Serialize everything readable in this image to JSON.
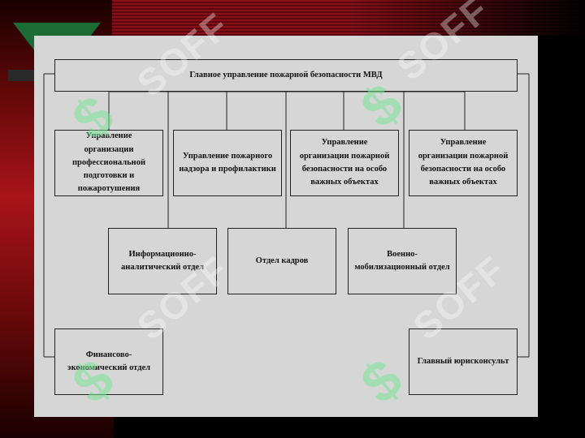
{
  "diagram": {
    "title": "Главное управление пожарной безопасности МВД",
    "row1": [
      "Управление организации профессиональной подготовки и пожаротушения",
      "Управление пожарного надзора и профилактики",
      "Управление организации пожарной безопасности на особо важных объектах",
      "Управление организации пожарной безопасности на особо важных объектах"
    ],
    "row2": [
      "Информационно-аналитический отдел",
      "Отдел кадров",
      "Военно-мобилизационный отдел"
    ],
    "row3_left": "Финансово-экономический отдел",
    "row3_right": "Главный юрисконсульт"
  },
  "watermark": {
    "text": "SOFF"
  },
  "colors": {
    "slide_bg": "#d6d6d6",
    "border": "#222222",
    "accent_green": "#1c6b34",
    "background_red": "#a8141a"
  }
}
